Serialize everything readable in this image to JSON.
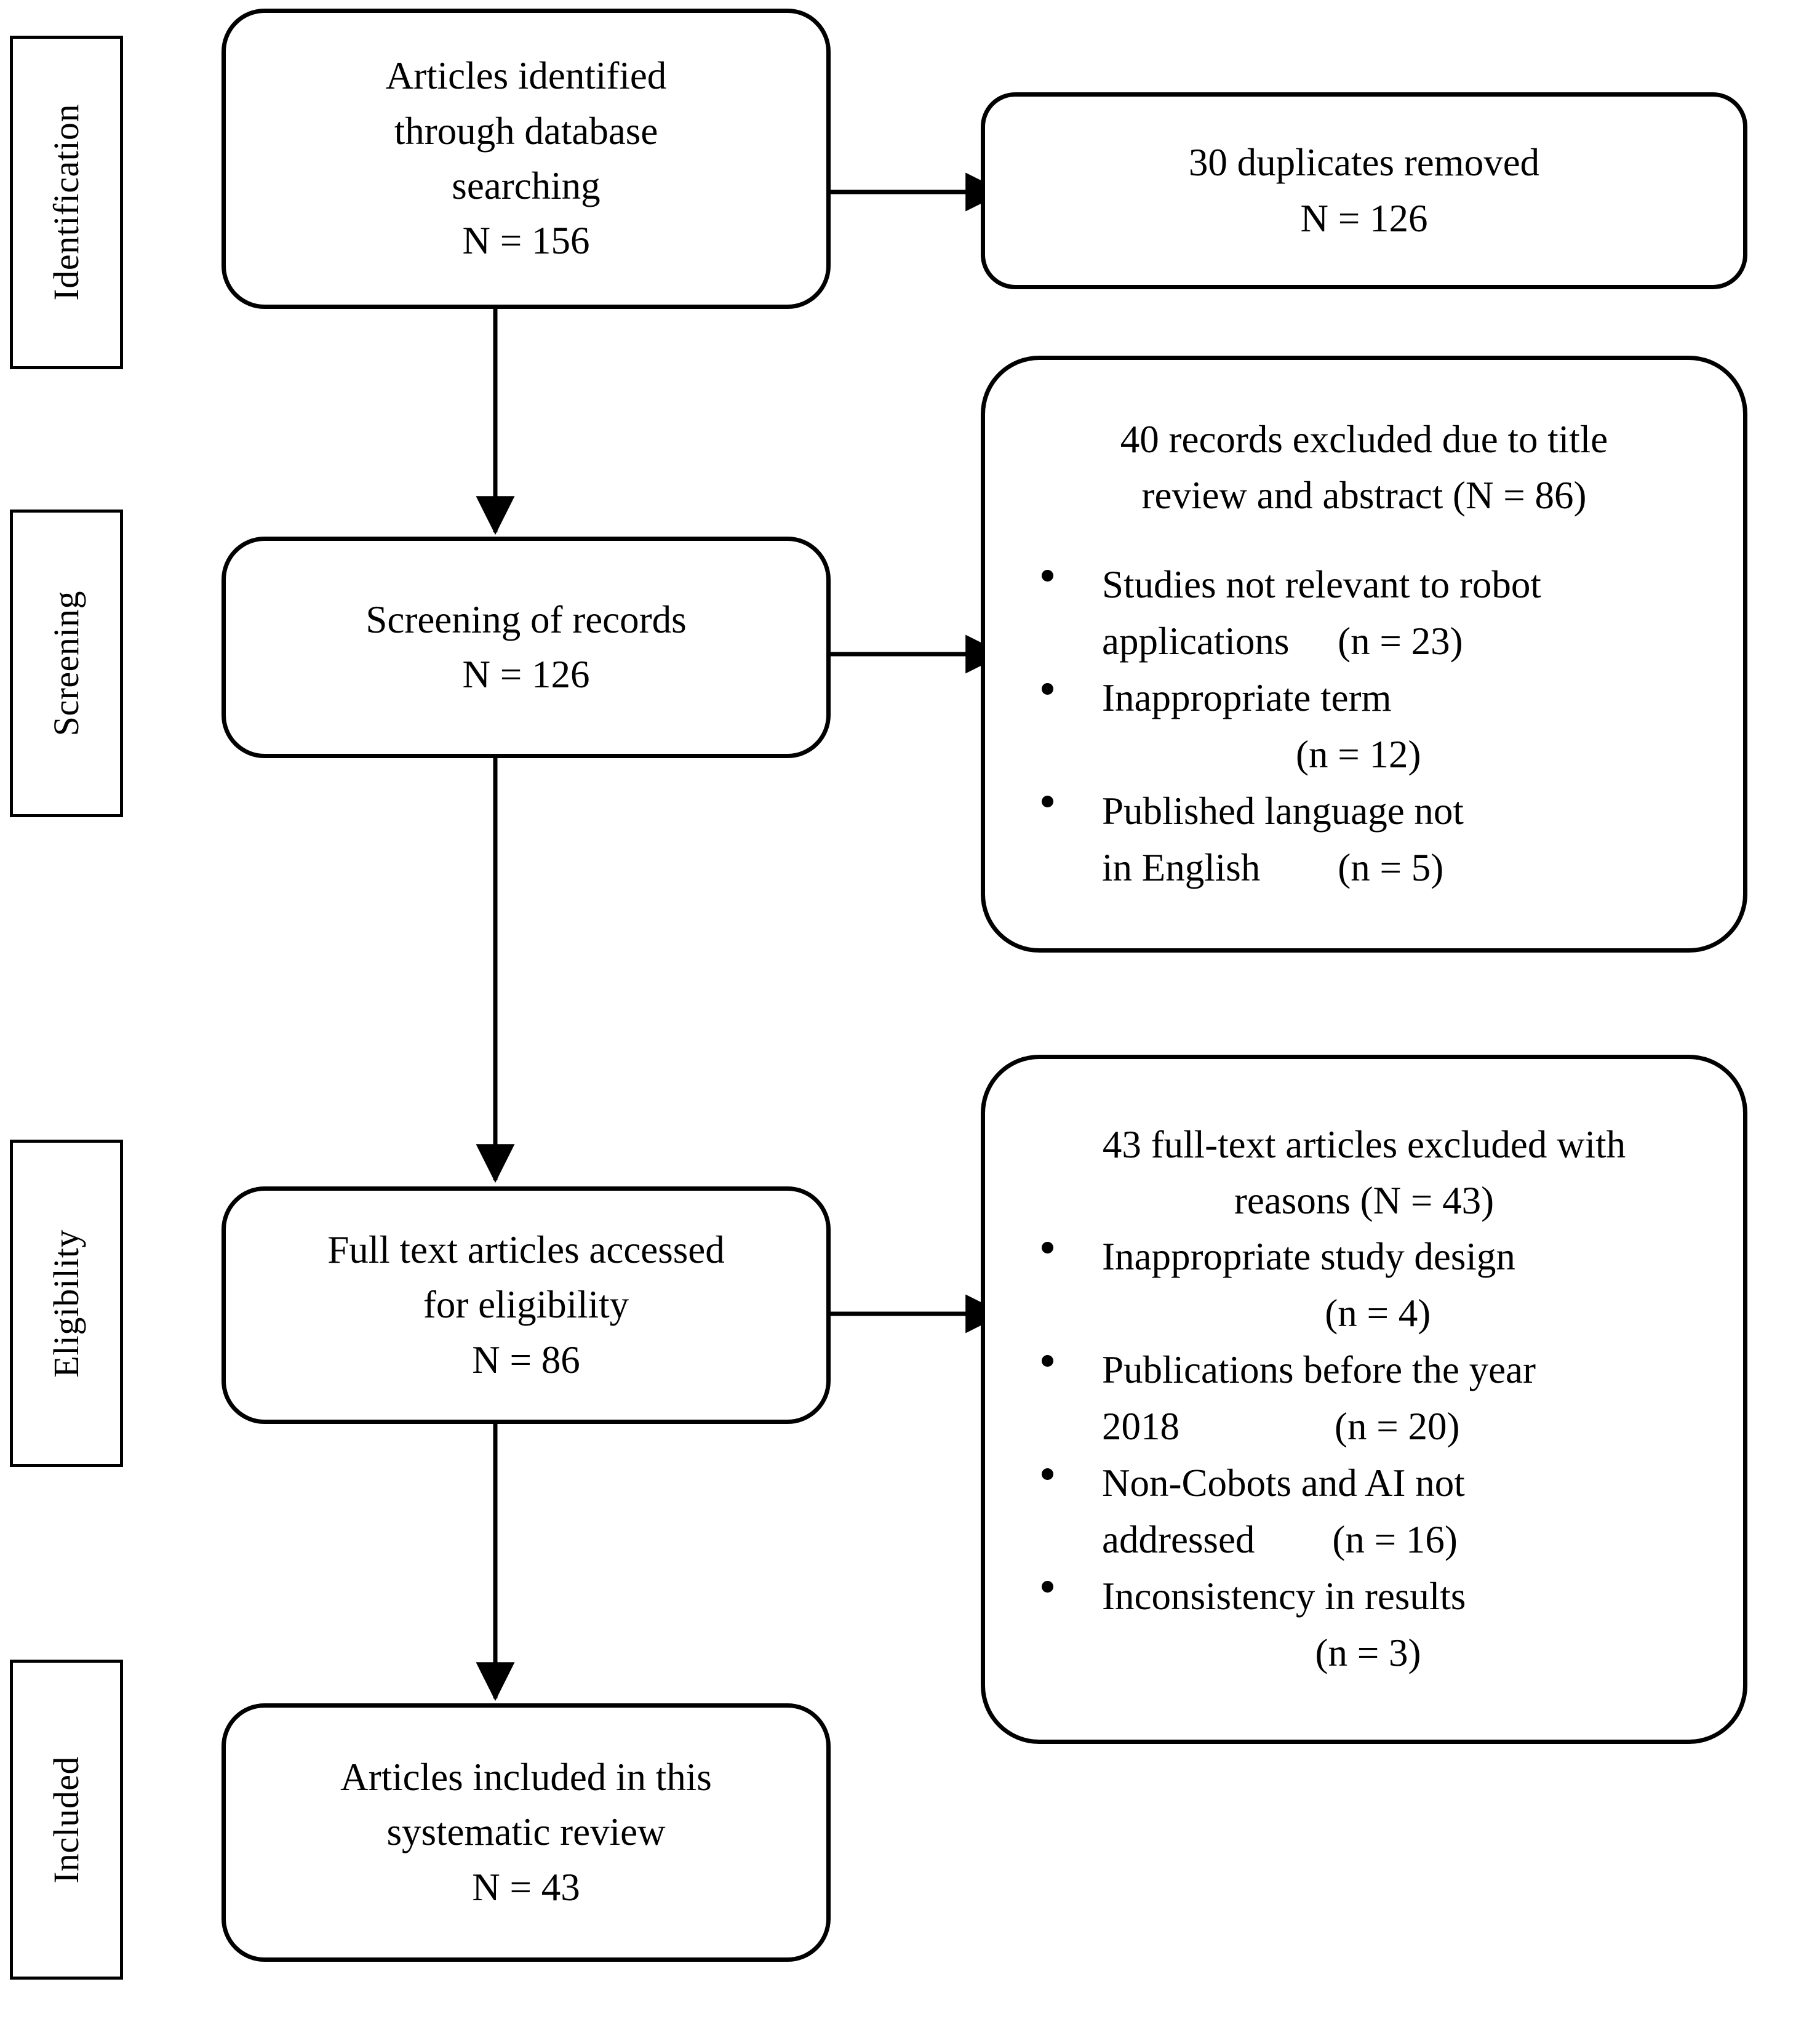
{
  "diagram": {
    "type": "prisma-flow-diagram",
    "stages": [
      {
        "id": "identification",
        "label": "Identification"
      },
      {
        "id": "screening",
        "label": "Screening"
      },
      {
        "id": "eligibility",
        "label": "Eligibility"
      },
      {
        "id": "included",
        "label": "Included"
      }
    ],
    "flow_boxes": [
      {
        "id": "identified",
        "lines": [
          "Articles identified",
          "through database",
          "searching",
          "N = 156"
        ]
      },
      {
        "id": "screening-records",
        "lines": [
          "Screening of records",
          "N = 126"
        ]
      },
      {
        "id": "full-text",
        "lines": [
          "Full text articles accessed",
          "for eligibility",
          "N = 86"
        ]
      },
      {
        "id": "included-articles",
        "lines": [
          "Articles included in this",
          "systematic review",
          "N = 43"
        ]
      }
    ],
    "exclusion_boxes": [
      {
        "id": "duplicates",
        "heading": [
          "30 duplicates removed",
          "N = 126"
        ],
        "bullets": []
      },
      {
        "id": "title-abstract-excluded",
        "heading": [
          "40 records excluded due to title",
          "review and abstract (N = 86)"
        ],
        "bullets": [
          {
            "rows": [
              "Studies not relevant to robot",
              "applications     (n = 23)"
            ]
          },
          {
            "rows": [
              "Inappropriate term",
              "                    (n = 12)"
            ]
          },
          {
            "rows": [
              "Published language not",
              "in English        (n = 5)"
            ]
          }
        ]
      },
      {
        "id": "fulltext-excluded",
        "heading": [
          "43 full-text articles excluded with",
          "reasons (N = 43)"
        ],
        "bullets": [
          {
            "rows": [
              "Inappropriate study design",
              "                       (n = 4)"
            ]
          },
          {
            "rows": [
              "Publications before the year",
              "2018                (n = 20)"
            ]
          },
          {
            "rows": [
              "Non-Cobots and AI not",
              "addressed        (n = 16)"
            ]
          },
          {
            "rows": [
              "Inconsistency in results",
              "                      (n = 3)"
            ]
          }
        ]
      }
    ],
    "colors": {
      "stroke": "#000000",
      "fill": "#ffffff",
      "text": "#000000"
    }
  }
}
